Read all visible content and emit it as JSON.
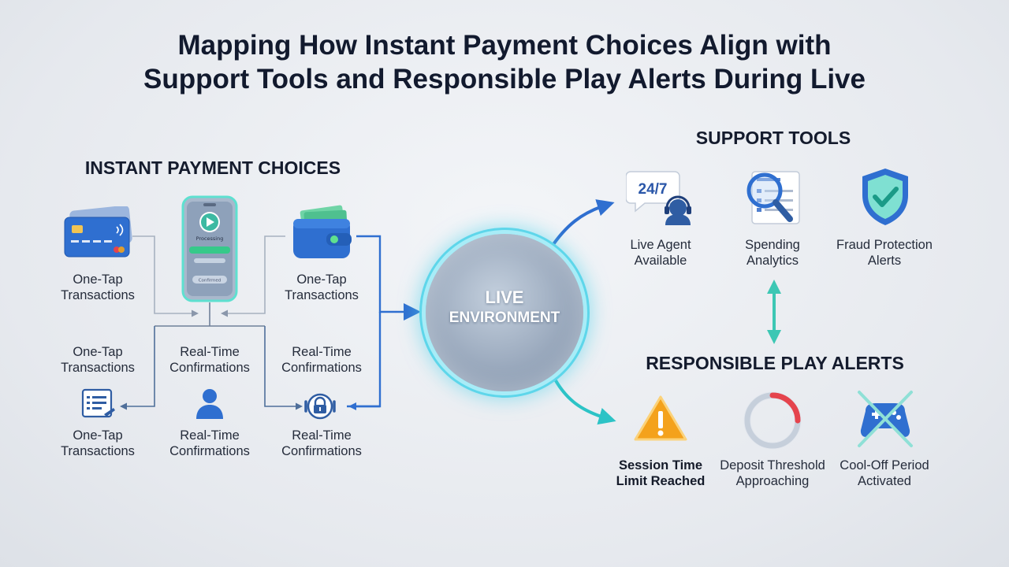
{
  "title": {
    "line1": "Mapping How Instant Payment Choices Align with",
    "line2": "Support Tools and Responsible Play Alerts During Live"
  },
  "sections": {
    "payment": "INSTANT PAYMENT CHOICES",
    "support": "SUPPORT TOOLS",
    "responsible": "RESPONSIBLE PLAY ALERTS"
  },
  "hub": {
    "line1": "LIVE",
    "line2": "ENVIRONMENT"
  },
  "phone": {
    "line1": "Processing",
    "line2": "Confirmed"
  },
  "payment_items": [
    {
      "icon": "credit-card-icon",
      "line1": "One-Tap",
      "line2": "Transactions"
    },
    {
      "icon": "wallet-icon",
      "line1": "One-Tap",
      "line2": "Transactions"
    },
    {
      "icon": "none",
      "line1": "One-Tap",
      "line2": "Transactions"
    },
    {
      "icon": "none",
      "line1": "Real-Time",
      "line2": "Confirmations"
    },
    {
      "icon": "none",
      "line1": "Real-Time",
      "line2": "Confirmations"
    },
    {
      "icon": "checklist-icon",
      "line1": "One-Tap",
      "line2": "Transactions"
    },
    {
      "icon": "user-icon",
      "line1": "Real-Time",
      "line2": "Confirmations"
    },
    {
      "icon": "secure-lock-icon",
      "line1": "Real-Time",
      "line2": "Confirmations"
    }
  ],
  "support_tools": [
    {
      "icon": "headset-agent-icon",
      "badge": "24/7",
      "line1": "Live Agent",
      "line2": "Available"
    },
    {
      "icon": "magnifier-analytics-icon",
      "line1": "Spending",
      "line2": "Analytics"
    },
    {
      "icon": "shield-check-icon",
      "line1": "Fraud Protection",
      "line2": "Alerts"
    }
  ],
  "responsible_alerts": [
    {
      "icon": "warning-triangle-icon",
      "line1": "Session Time",
      "line2": "Limit Reached"
    },
    {
      "icon": "progress-ring-icon",
      "line1": "Deposit Threshold",
      "line2": "Approaching",
      "progress": 0.25
    },
    {
      "icon": "crossed-gamepad-icon",
      "line1": "Cool-Off Period",
      "line2": "Activated"
    }
  ],
  "colors": {
    "accent_blue": "#2f6fd0",
    "accent_teal": "#2cc3c6",
    "glow": "#5ed6ea",
    "warning": "#f4a21c",
    "alert_red": "#e5444d",
    "shield_teal": "#2fc7b8"
  }
}
